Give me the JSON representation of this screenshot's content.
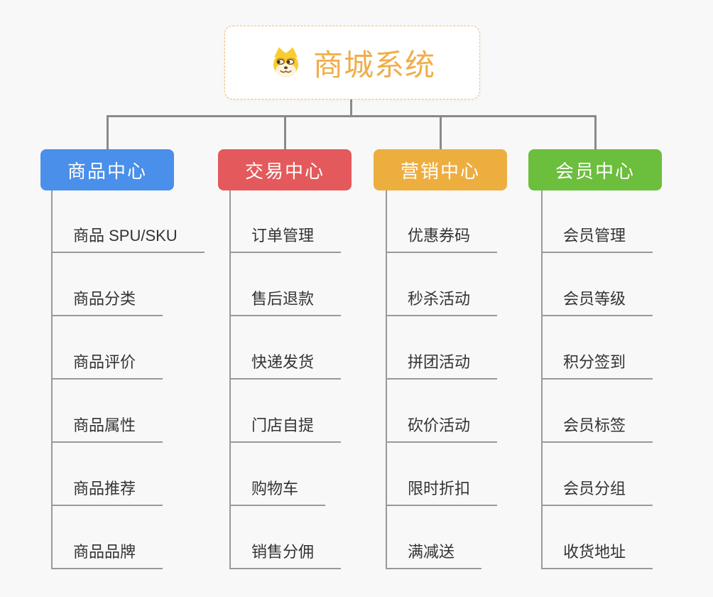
{
  "root": {
    "title": "商城系统",
    "icon": "doge-icon"
  },
  "branches": [
    {
      "label": "商品中心",
      "color": "#4a8fe9",
      "items": [
        "商品 SPU/SKU",
        "商品分类",
        "商品评价",
        "商品属性",
        "商品推荐",
        "商品品牌"
      ]
    },
    {
      "label": "交易中心",
      "color": "#e4595b",
      "items": [
        "订单管理",
        "售后退款",
        "快递发货",
        "门店自提",
        "购物车",
        "销售分佣"
      ]
    },
    {
      "label": "营销中心",
      "color": "#edae40",
      "items": [
        "优惠券码",
        "秒杀活动",
        "拼团活动",
        "砍价活动",
        "限时折扣",
        "满减送"
      ]
    },
    {
      "label": "会员中心",
      "color": "#6cbe3d",
      "items": [
        "会员管理",
        "会员等级",
        "积分签到",
        "会员标签",
        "会员分组",
        "收货地址"
      ]
    }
  ],
  "colors": {
    "background": "#f8f8f8",
    "connector_line": "#8a8a8a",
    "branch_line": "#999999",
    "root_border": "#f2bf76",
    "root_title": "#f0ad49",
    "item_text": "#333333"
  }
}
